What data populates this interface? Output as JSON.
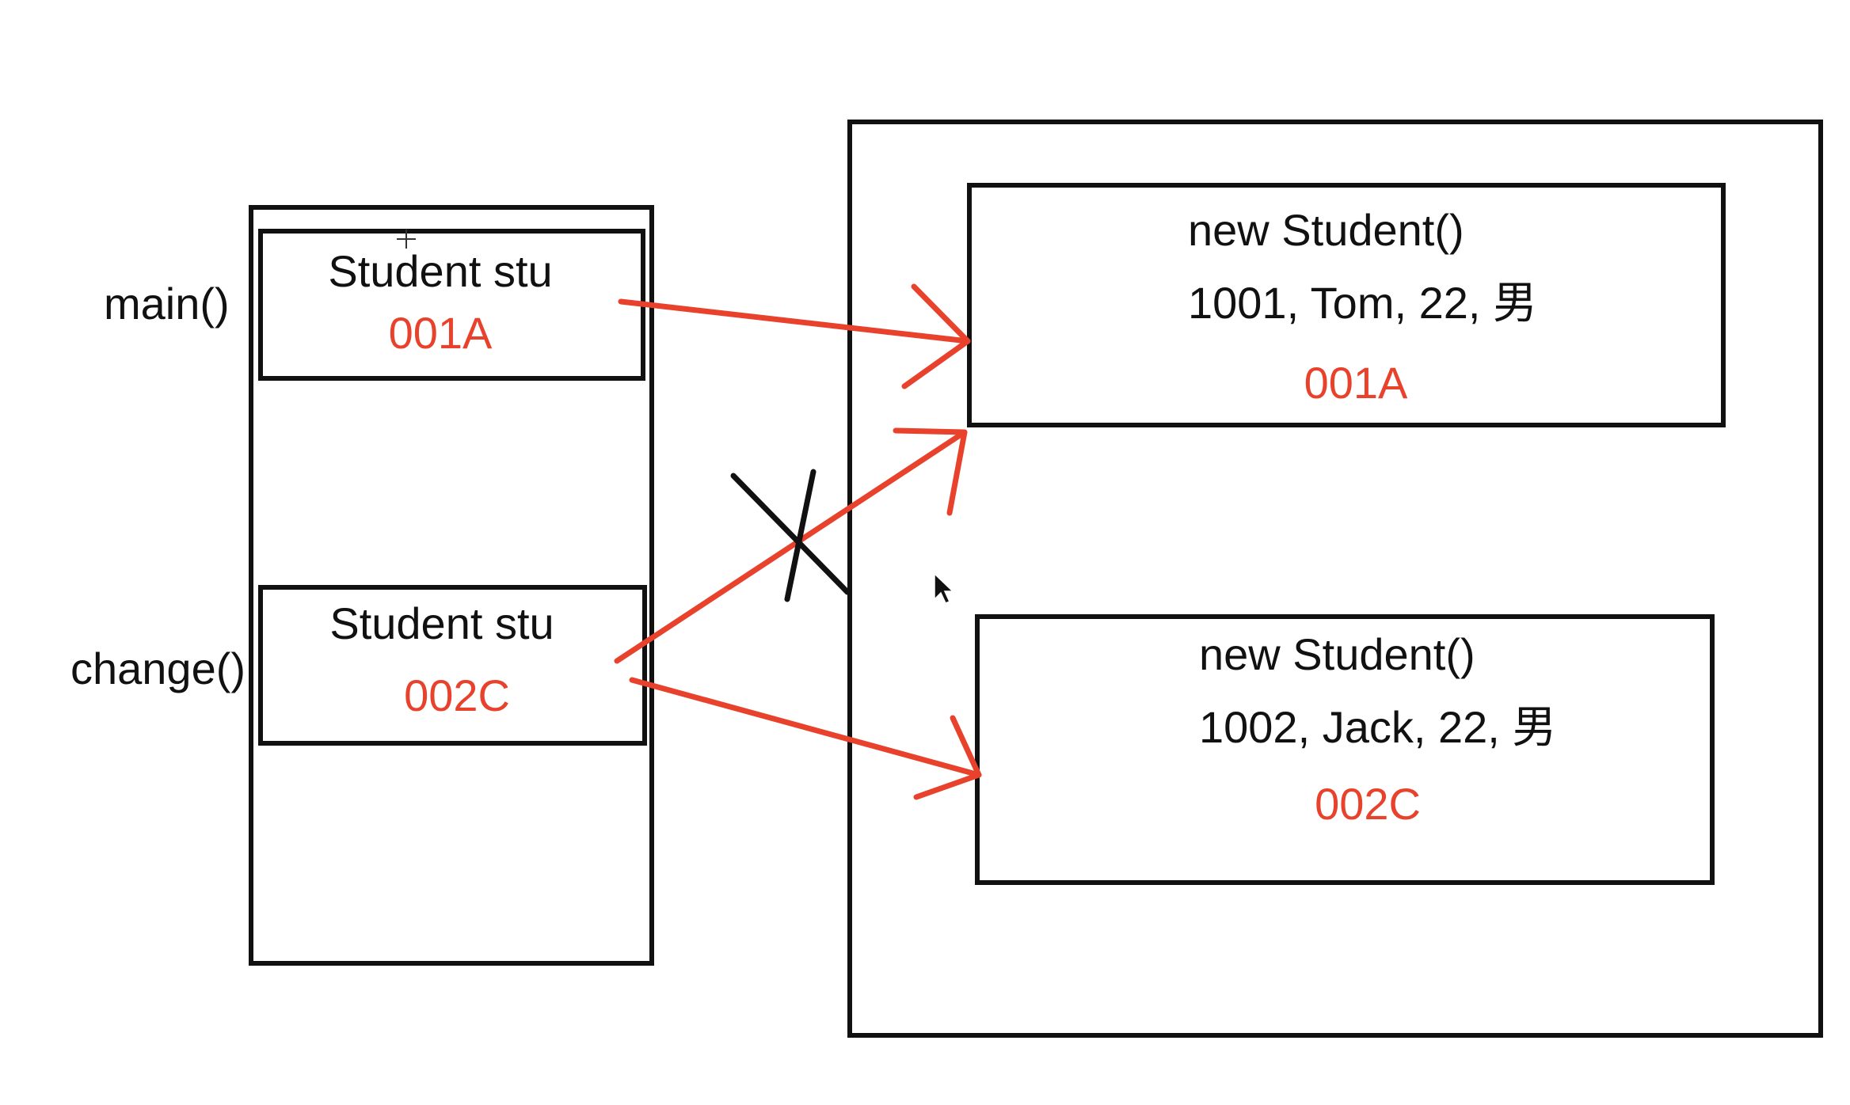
{
  "stack": {
    "frames": [
      {
        "method": "main()",
        "variable": "Student stu",
        "address": "001A"
      },
      {
        "method": "change()",
        "variable": "Student stu",
        "address": "002C"
      }
    ]
  },
  "heap": {
    "objects": [
      {
        "constructor": "new Student()",
        "fields": "1001, Tom, 22, 男",
        "address": "001A"
      },
      {
        "constructor": "new Student()",
        "fields": "1002, Jack, 22, 男",
        "address": "002C"
      }
    ]
  },
  "colors": {
    "reference": "#e8412c",
    "outline": "#111111",
    "background": "#ffffff"
  }
}
